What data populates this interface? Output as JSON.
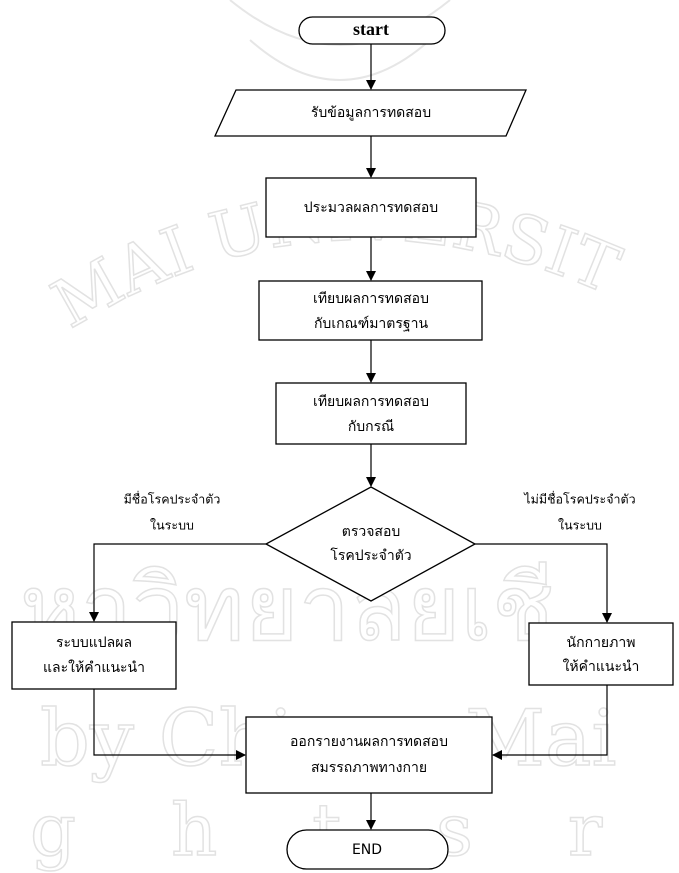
{
  "watermark": {
    "arc_text": "MAI UNIVERSIT",
    "thai_text": "หาวิทยาลัยเชี",
    "line1": "by Chiang Mai",
    "line2": "g h t s r e s"
  },
  "nodes": {
    "start": "start",
    "input": "รับข้อมูลการทดสอบ",
    "process": "ประมวลผลการทดสอบ",
    "compare_standard": {
      "line1": "เทียบผลการทดสอบ",
      "line2": "กับเกณฑ์มาตรฐาน"
    },
    "compare_case": {
      "line1": "เทียบผลการทดสอบ",
      "line2": "กับกรณี"
    },
    "decision": {
      "line1": "ตรวจสอบ",
      "line2": "โรคประจำตัว"
    },
    "system_advice": {
      "line1": "ระบบแปลผล",
      "line2": "และให้คำแนะนำ"
    },
    "trainer_advice": {
      "line1": "นักกายภาพ",
      "line2": "ให้คำแนะนำ"
    },
    "report": {
      "line1": "ออกรายงานผลการทดสอบ",
      "line2": "สมรรถภาพทางกาย"
    },
    "end": "END"
  },
  "edge_labels": {
    "yes": {
      "line1": "มีชื่อโรคประจำตัว",
      "line2": "ในระบบ"
    },
    "no": {
      "line1": "ไม่มีชื่อโรคประจำตัว",
      "line2": "ในระบบ"
    }
  }
}
